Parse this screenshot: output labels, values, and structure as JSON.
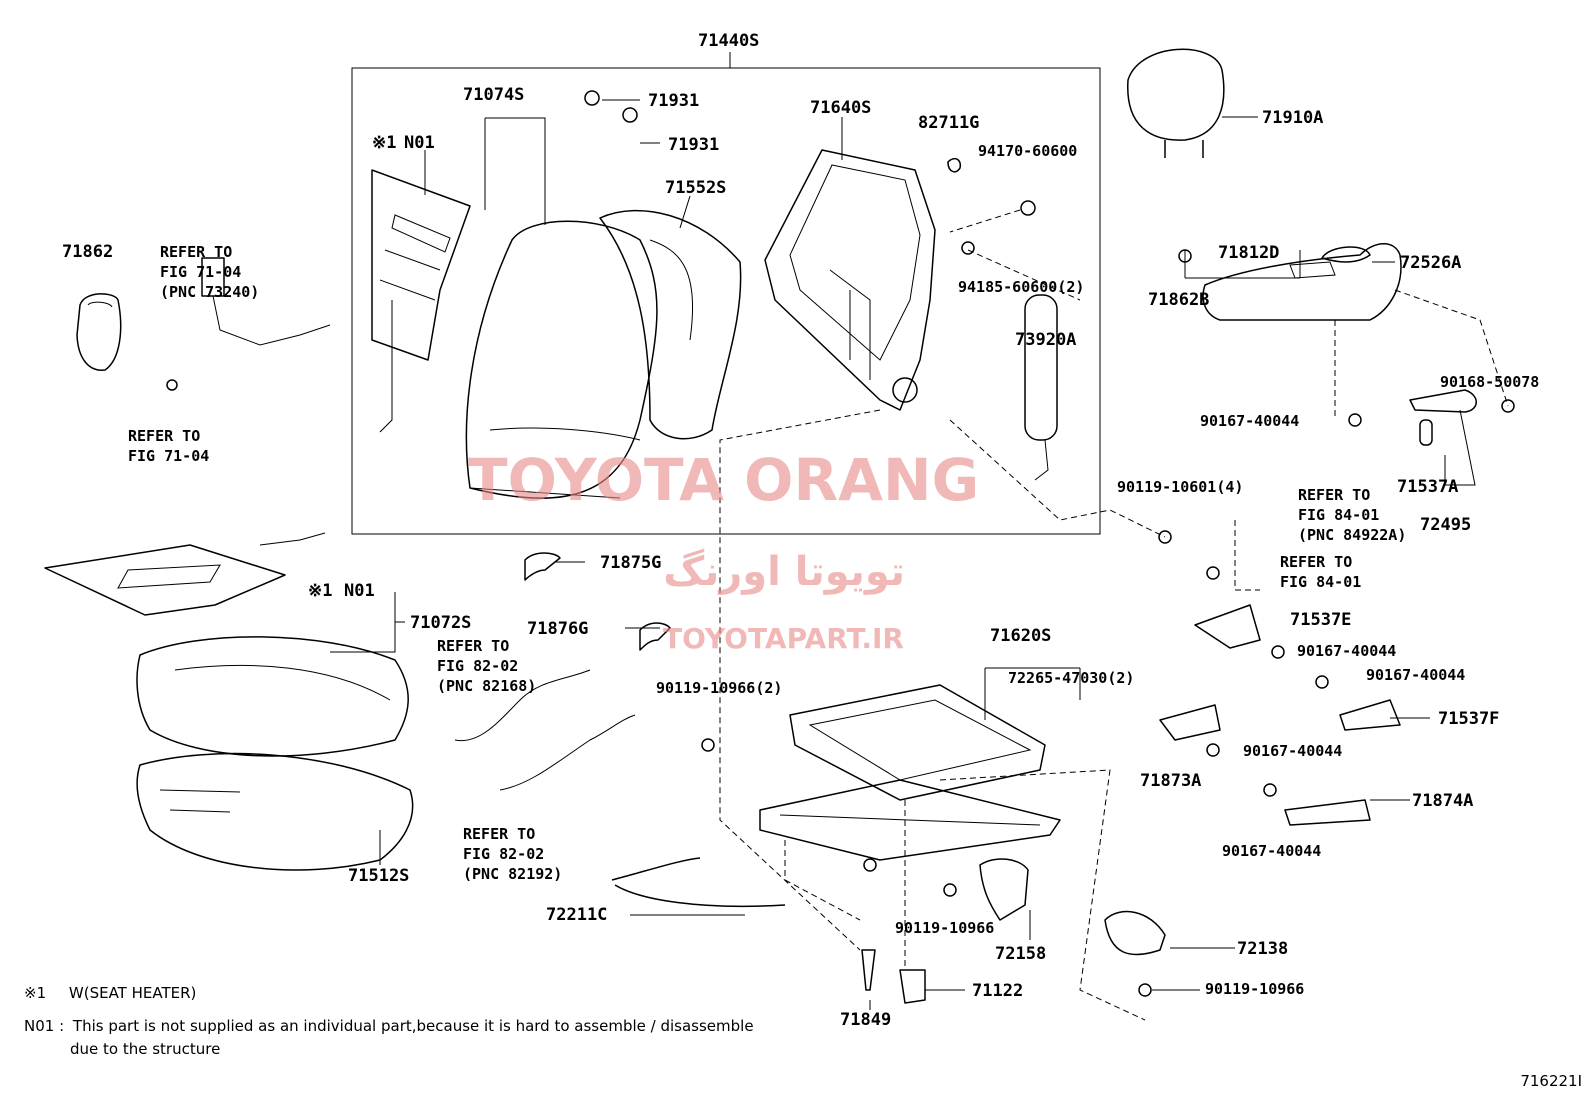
{
  "part_labels": {
    "p71440S": "71440S",
    "p71074S": "71074S",
    "p71931a": "71931",
    "p71931b": "71931",
    "p71640S": "71640S",
    "p82711G": "82711G",
    "p94170": "94170-60600",
    "p71910A": "71910A",
    "p71552S": "71552S",
    "p71862": "71862",
    "p94185": "94185-60600(2)",
    "p71812D": "71812D",
    "p72526A": "72526A",
    "p71862B": "71862B",
    "p73920A": "73920A",
    "p90168": "90168-50078",
    "p90167a": "90167-40044",
    "p90119_10601": "90119-10601(4)",
    "p71537A": "71537A",
    "p72495": "72495",
    "p71875G": "71875G",
    "p71072S": "71072S",
    "p71537E": "71537E",
    "p71876G": "71876G",
    "p71620S": "71620S",
    "p90167b": "90167-40044",
    "p90119_10966_2": "90119-10966(2)",
    "p72265": "72265-47030(2)",
    "p90167c": "90167-40044",
    "p71537F": "71537F",
    "p90167d": "90167-40044",
    "p71873A": "71873A",
    "p71874A": "71874A",
    "p90167e": "90167-40044",
    "p71512S": "71512S",
    "p72211C": "72211C",
    "p90119_10966a": "90119-10966",
    "p72158": "72158",
    "p72138": "72138",
    "p71849": "71849",
    "p71122": "71122",
    "p90119_10966b": "90119-10966",
    "n01a_mark": "※1",
    "n01a_code": "N01",
    "n01b_mark": "※1",
    "n01b_code": "N01"
  },
  "refer_notes": {
    "r1": [
      "REFER TO",
      "FIG 71-04",
      "(PNC 73240)"
    ],
    "r2": [
      "REFER TO",
      "FIG 71-04"
    ],
    "r3": [
      "REFER TO",
      "FIG 84-01",
      "(PNC 84922A)"
    ],
    "r4": [
      "REFER TO",
      "FIG 84-01"
    ],
    "r5": [
      "REFER TO",
      "FIG 82-02",
      "(PNC 82168)"
    ],
    "r6": [
      "REFER TO",
      "FIG 82-02",
      "(PNC 82192)"
    ]
  },
  "watermark": {
    "line1": "TOYOTA ORANG",
    "line2": "تویوتا اورنگ",
    "line3": "TOYOTAPART.IR"
  },
  "footnotes": {
    "n1_mark": "※1",
    "n1_text": "W(SEAT HEATER)",
    "n2_mark": "N01 :",
    "n2_text": "This part is not supplied as an individual part,because it is hard to assemble / disassemble",
    "n2_text2": "due to the structure"
  },
  "figure_id": "716221I"
}
